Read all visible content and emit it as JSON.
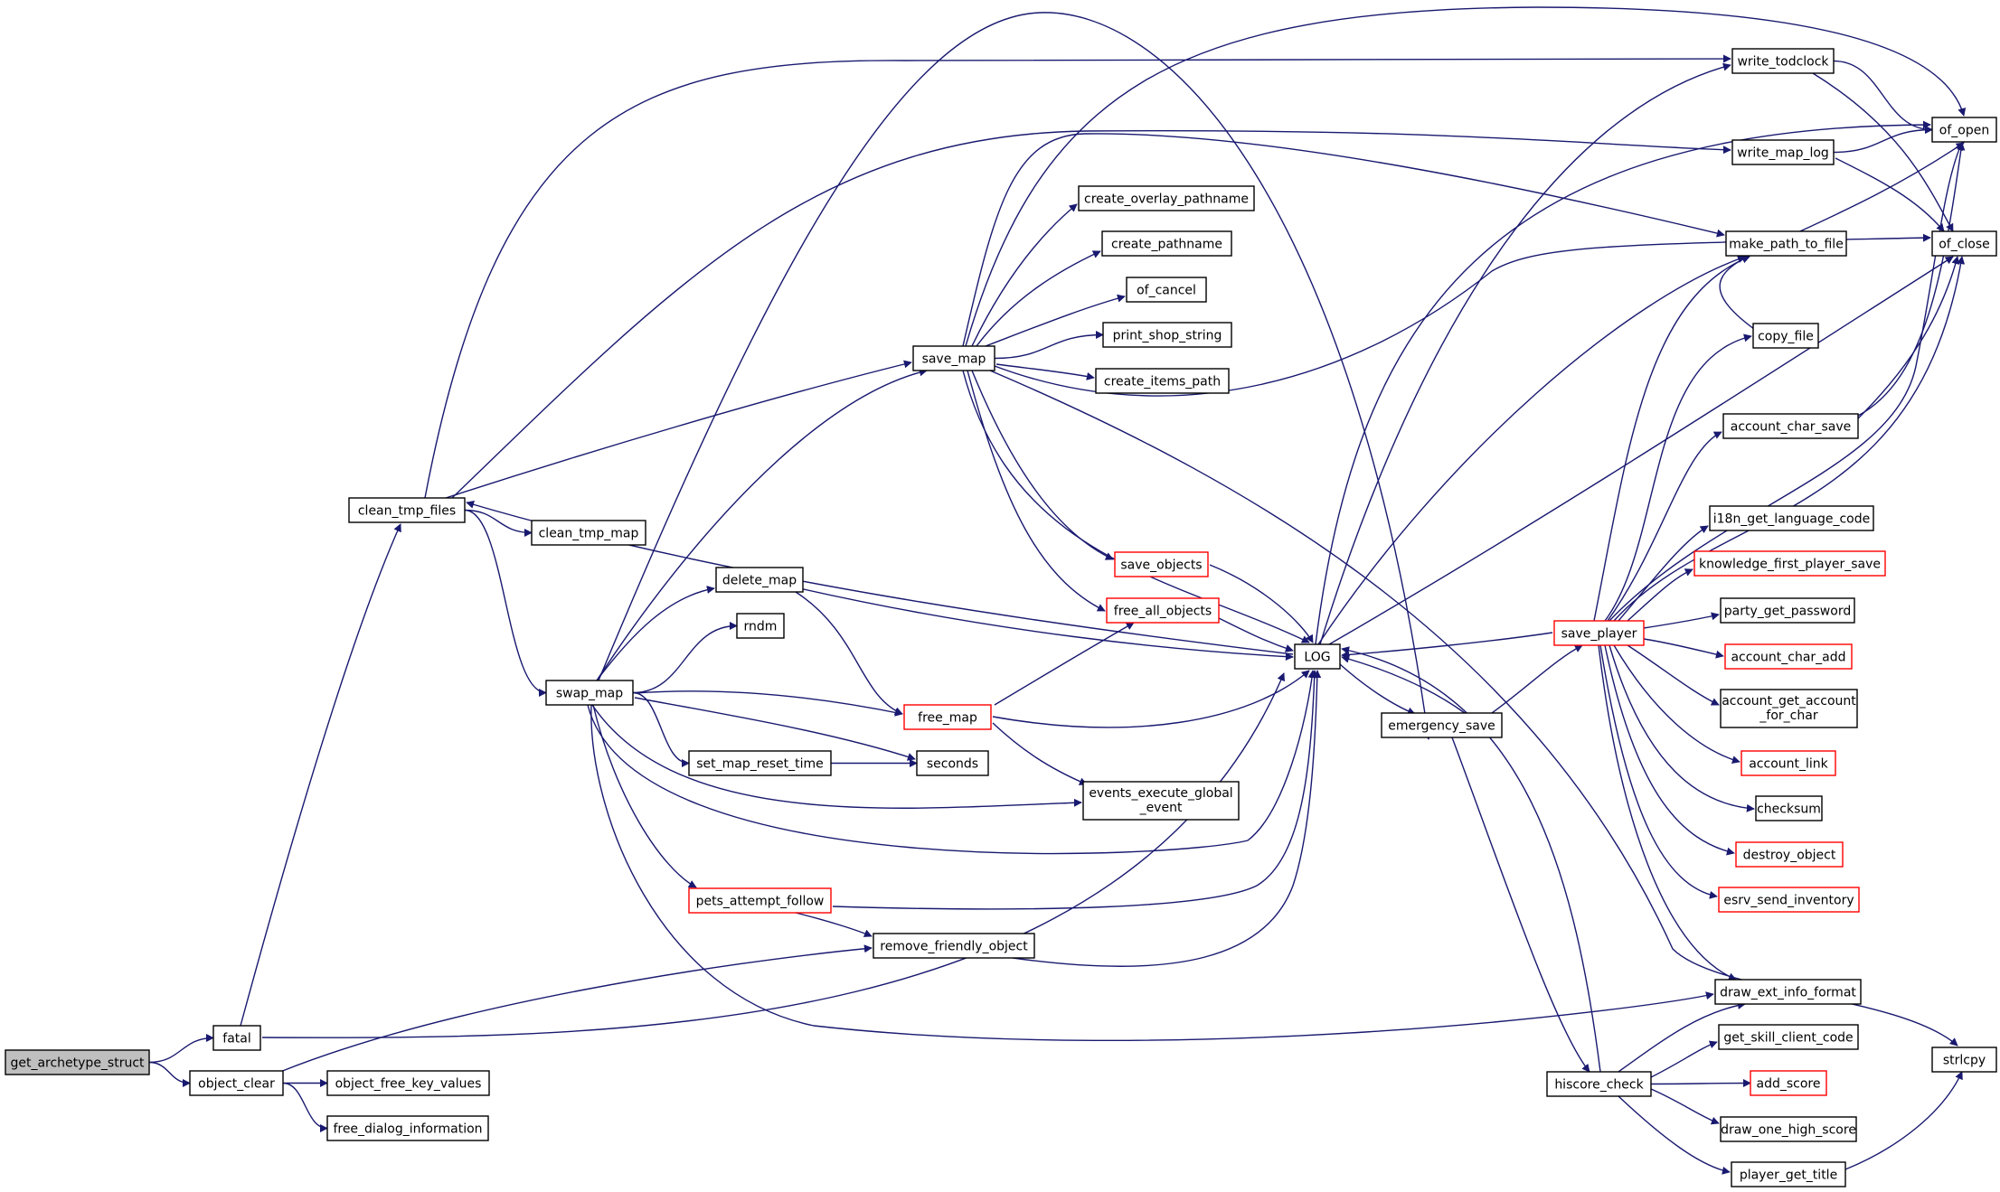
{
  "colors": {
    "edge": "#191970",
    "red_border": "#ff0000",
    "root_fill": "#bfbfbf"
  },
  "nodes": {
    "get_archetype_struct": {
      "label": "get_archetype_struct",
      "style": "root"
    },
    "fatal": {
      "label": "fatal"
    },
    "object_clear": {
      "label": "object_clear"
    },
    "object_free_key_values": {
      "label": "object_free_key_values"
    },
    "free_dialog_information": {
      "label": "free_dialog_information"
    },
    "clean_tmp_files": {
      "label": "clean_tmp_files"
    },
    "clean_tmp_map": {
      "label": "clean_tmp_map"
    },
    "swap_map": {
      "label": "swap_map"
    },
    "delete_map": {
      "label": "delete_map"
    },
    "rndm": {
      "label": "rndm"
    },
    "free_map": {
      "label": "free_map",
      "style": "red"
    },
    "set_map_reset_time": {
      "label": "set_map_reset_time"
    },
    "seconds": {
      "label": "seconds"
    },
    "events_execute_global_event": {
      "label": [
        "events_execute_global",
        "_event"
      ]
    },
    "pets_attempt_follow": {
      "label": "pets_attempt_follow",
      "style": "red"
    },
    "remove_friendly_object": {
      "label": "remove_friendly_object"
    },
    "save_map": {
      "label": "save_map"
    },
    "create_overlay_pathname": {
      "label": "create_overlay_pathname"
    },
    "create_pathname": {
      "label": "create_pathname"
    },
    "of_cancel": {
      "label": "of_cancel"
    },
    "print_shop_string": {
      "label": "print_shop_string"
    },
    "create_items_path": {
      "label": "create_items_path"
    },
    "save_objects": {
      "label": "save_objects",
      "style": "red"
    },
    "free_all_objects": {
      "label": "free_all_objects",
      "style": "red"
    },
    "LOG": {
      "label": "LOG"
    },
    "emergency_save": {
      "label": "emergency_save"
    },
    "save_player": {
      "label": "save_player",
      "style": "red"
    },
    "hiscore_check": {
      "label": "hiscore_check"
    },
    "write_todclock": {
      "label": "write_todclock"
    },
    "write_map_log": {
      "label": "write_map_log"
    },
    "make_path_to_file": {
      "label": "make_path_to_file"
    },
    "copy_file": {
      "label": "copy_file"
    },
    "account_char_save": {
      "label": "account_char_save"
    },
    "i18n_get_language_code": {
      "label": "i18n_get_language_code"
    },
    "knowledge_first_player_save": {
      "label": "knowledge_first_player_save",
      "style": "red"
    },
    "party_get_password": {
      "label": "party_get_password"
    },
    "account_char_add": {
      "label": "account_char_add",
      "style": "red"
    },
    "account_get_account_for_char": {
      "label": [
        "account_get_account",
        "_for_char"
      ]
    },
    "account_link": {
      "label": "account_link",
      "style": "red"
    },
    "checksum": {
      "label": "checksum"
    },
    "destroy_object": {
      "label": "destroy_object",
      "style": "red"
    },
    "esrv_send_inventory": {
      "label": "esrv_send_inventory",
      "style": "red"
    },
    "draw_ext_info_format": {
      "label": "draw_ext_info_format"
    },
    "get_skill_client_code": {
      "label": "get_skill_client_code"
    },
    "add_score": {
      "label": "add_score",
      "style": "red"
    },
    "draw_one_high_score": {
      "label": "draw_one_high_score"
    },
    "player_get_title": {
      "label": "player_get_title"
    },
    "of_open": {
      "label": "of_open"
    },
    "of_close": {
      "label": "of_close"
    },
    "strlcpy": {
      "label": "strlcpy"
    }
  }
}
